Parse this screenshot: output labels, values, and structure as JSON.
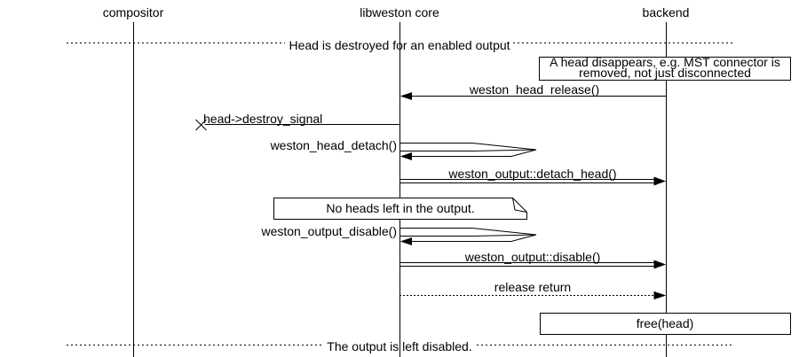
{
  "participants": [
    {
      "name": "compositor"
    },
    {
      "name": "libweston core"
    },
    {
      "name": "backend"
    }
  ],
  "dividers": {
    "top": "Head is destroyed for an enabled output",
    "bottom": "The output is left disabled."
  },
  "notes": {
    "head_disappears": {
      "line1": "A head disappears, e.g. MST connector is",
      "line2": "removed, not just disconnected"
    },
    "no_heads": "No heads left in the output."
  },
  "messages": {
    "head_release": "weston_head_release()",
    "destroy_signal": "head->destroy_signal",
    "head_detach": "weston_head_detach()",
    "detach_head": "weston_output::detach_head()",
    "output_disable": "weston_output_disable()",
    "disable": "weston_output::disable()",
    "release_return": "release return",
    "free_head": "free(head)"
  },
  "colors": {
    "stroke": "#000000",
    "background": "#ffffff"
  }
}
